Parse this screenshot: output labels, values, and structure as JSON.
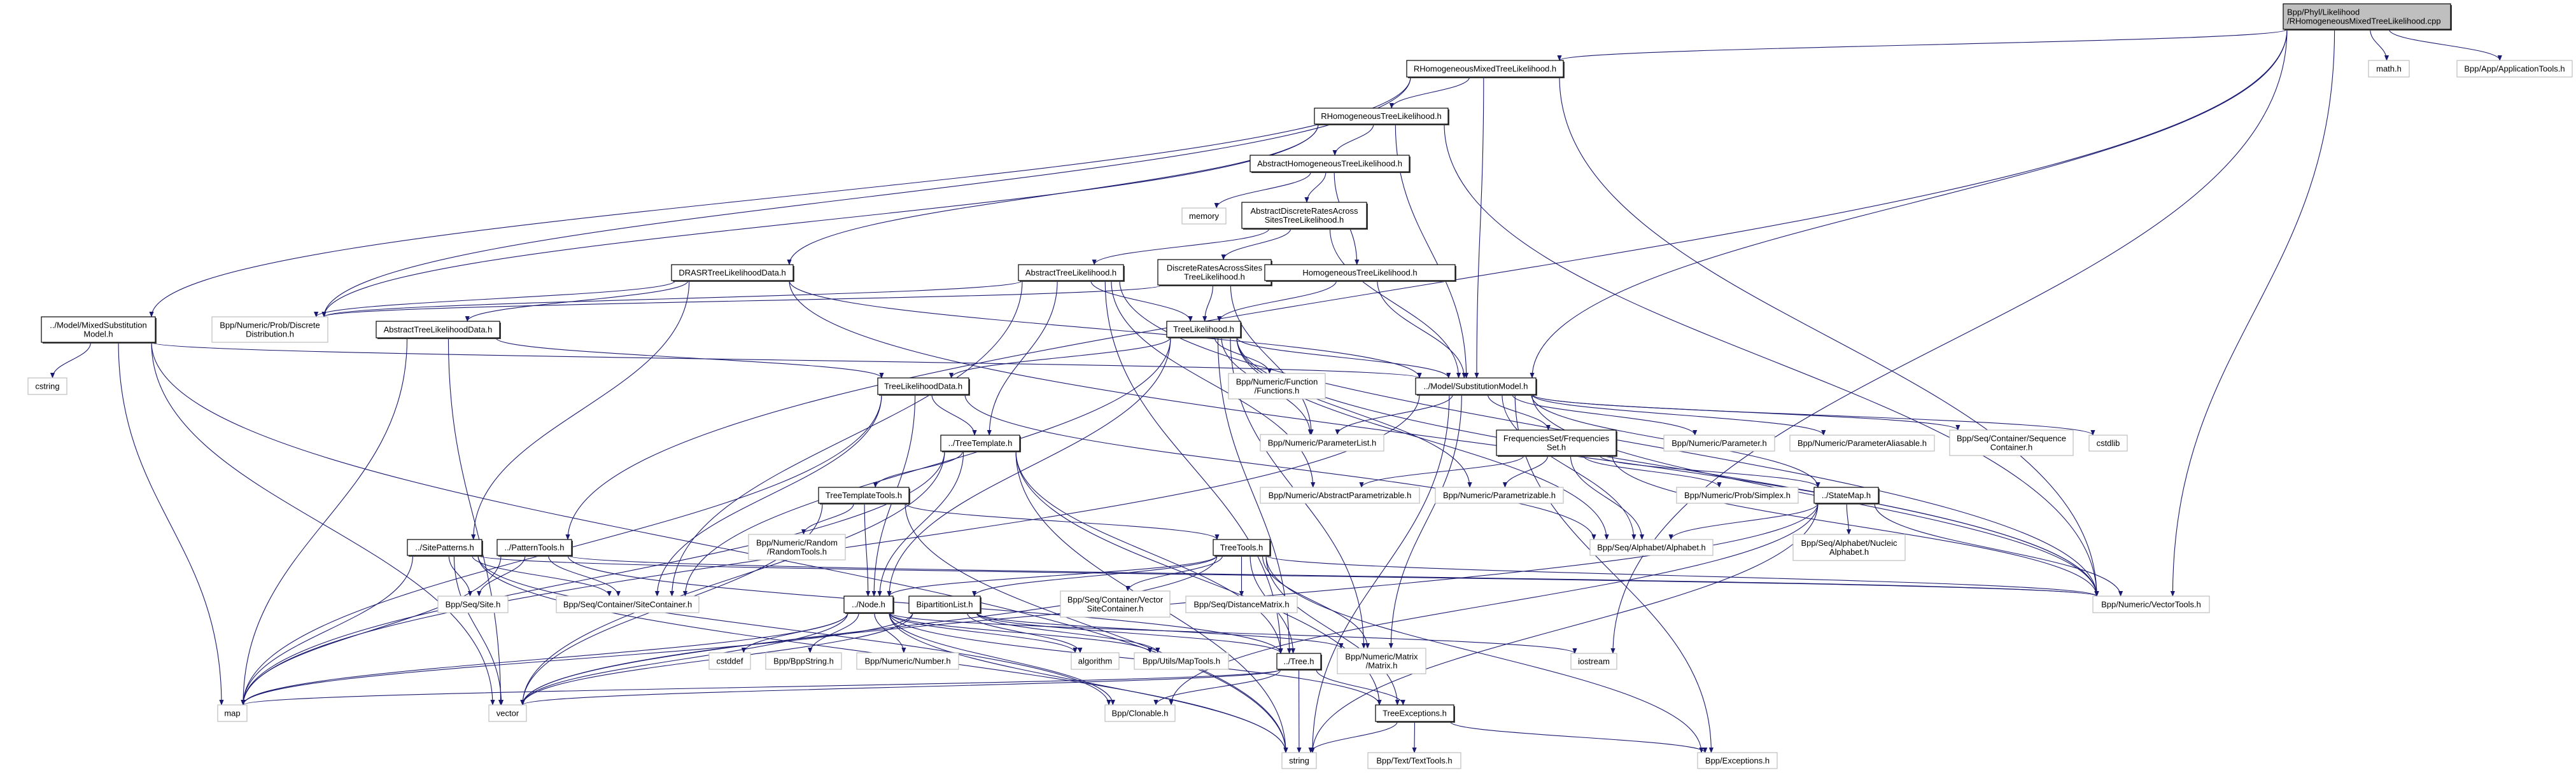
{
  "colors": {
    "edge": "#191970",
    "root_fill": "#bfbfbf",
    "external_border": "#bfbfbf",
    "documented_border": "#000000"
  },
  "nodes": [
    {
      "id": "root",
      "kind": "root",
      "lines": [
        "Bpp/Phyl/Likelihood",
        "/RHomogeneousMixedTreeLikelihood.cpp"
      ]
    },
    {
      "id": "rhmtl",
      "kind": "doc",
      "lines": [
        "RHomogeneousMixedTreeLikelihood.h"
      ]
    },
    {
      "id": "math",
      "kind": "ext",
      "lines": [
        "math.h"
      ]
    },
    {
      "id": "apptools",
      "kind": "ext",
      "lines": [
        "Bpp/App/ApplicationTools.h"
      ]
    },
    {
      "id": "rhtl",
      "kind": "doc",
      "lines": [
        "RHomogeneousTreeLikelihood.h"
      ]
    },
    {
      "id": "ahtl",
      "kind": "doc",
      "lines": [
        "AbstractHomogeneousTreeLikelihood.h"
      ]
    },
    {
      "id": "memory",
      "kind": "ext",
      "lines": [
        "memory"
      ]
    },
    {
      "id": "adrastl",
      "kind": "doc",
      "lines": [
        "AbstractDiscreteRatesAcross",
        "SitesTreeLikelihood.h"
      ]
    },
    {
      "id": "drasr",
      "kind": "doc",
      "lines": [
        "DRASRTreeLikelihoodData.h"
      ]
    },
    {
      "id": "atl",
      "kind": "doc",
      "lines": [
        "AbstractTreeLikelihood.h"
      ]
    },
    {
      "id": "drastl",
      "kind": "doc",
      "lines": [
        "DiscreteRatesAcrossSites",
        "TreeLikelihood.h"
      ]
    },
    {
      "id": "htl",
      "kind": "doc",
      "lines": [
        "HomogeneousTreeLikelihood.h"
      ]
    },
    {
      "id": "mixsm",
      "kind": "doc",
      "lines": [
        "../Model/MixedSubstitution",
        "Model.h"
      ]
    },
    {
      "id": "discdist",
      "kind": "ext",
      "lines": [
        "Bpp/Numeric/Prob/Discrete",
        "Distribution.h"
      ]
    },
    {
      "id": "atld",
      "kind": "doc",
      "lines": [
        "AbstractTreeLikelihoodData.h"
      ]
    },
    {
      "id": "cstring",
      "kind": "ext",
      "lines": [
        "cstring"
      ]
    },
    {
      "id": "tl",
      "kind": "doc",
      "lines": [
        "TreeLikelihood.h"
      ]
    },
    {
      "id": "tld",
      "kind": "doc",
      "lines": [
        "TreeLikelihoodData.h"
      ]
    },
    {
      "id": "functions",
      "kind": "ext",
      "lines": [
        "Bpp/Numeric/Function",
        "/Functions.h"
      ]
    },
    {
      "id": "sm",
      "kind": "doc",
      "lines": [
        "../Model/SubstitutionModel.h"
      ]
    },
    {
      "id": "paramlist",
      "kind": "ext",
      "lines": [
        "Bpp/Numeric/ParameterList.h"
      ]
    },
    {
      "id": "ttemplate",
      "kind": "doc",
      "lines": [
        "../TreeTemplate.h"
      ]
    },
    {
      "id": "freqset",
      "kind": "doc",
      "lines": [
        "FrequenciesSet/Frequencies",
        "Set.h"
      ]
    },
    {
      "id": "param",
      "kind": "ext",
      "lines": [
        "Bpp/Numeric/Parameter.h"
      ]
    },
    {
      "id": "paramalias",
      "kind": "ext",
      "lines": [
        "Bpp/Numeric/ParameterAliasable.h"
      ]
    },
    {
      "id": "seqcont",
      "kind": "ext",
      "lines": [
        "Bpp/Seq/Container/Sequence",
        "Container.h"
      ]
    },
    {
      "id": "cstdlib",
      "kind": "ext",
      "lines": [
        "cstdlib"
      ]
    },
    {
      "id": "ttools",
      "kind": "doc",
      "lines": [
        "TreeTemplateTools.h"
      ]
    },
    {
      "id": "absparam",
      "kind": "ext",
      "lines": [
        "Bpp/Numeric/AbstractParametrizable.h"
      ]
    },
    {
      "id": "parametrizable",
      "kind": "ext",
      "lines": [
        "Bpp/Numeric/Parametrizable.h"
      ]
    },
    {
      "id": "simplex",
      "kind": "ext",
      "lines": [
        "Bpp/Numeric/Prob/Simplex.h"
      ]
    },
    {
      "id": "statemap",
      "kind": "doc",
      "lines": [
        "../StateMap.h"
      ]
    },
    {
      "id": "randomtools",
      "kind": "ext",
      "lines": [
        "Bpp/Numeric/Random",
        "/RandomTools.h"
      ]
    },
    {
      "id": "sitepatterns",
      "kind": "doc",
      "lines": [
        "../SitePatterns.h"
      ]
    },
    {
      "id": "patterntools",
      "kind": "doc",
      "lines": [
        "../PatternTools.h"
      ]
    },
    {
      "id": "treetools",
      "kind": "doc",
      "lines": [
        "TreeTools.h"
      ]
    },
    {
      "id": "alphabet",
      "kind": "ext",
      "lines": [
        "Bpp/Seq/Alphabet/Alphabet.h"
      ]
    },
    {
      "id": "nucalpha",
      "kind": "ext",
      "lines": [
        "Bpp/Seq/Alphabet/Nucleic",
        "Alphabet.h"
      ]
    },
    {
      "id": "site",
      "kind": "ext",
      "lines": [
        "Bpp/Seq/Site.h"
      ]
    },
    {
      "id": "sitecont",
      "kind": "ext",
      "lines": [
        "Bpp/Seq/Container/SiteContainer.h"
      ]
    },
    {
      "id": "vsc",
      "kind": "ext",
      "lines": [
        "Bpp/Seq/Container/Vector",
        "SiteContainer.h"
      ]
    },
    {
      "id": "distmat",
      "kind": "ext",
      "lines": [
        "Bpp/Seq/DistanceMatrix.h"
      ]
    },
    {
      "id": "vectortools",
      "kind": "ext",
      "lines": [
        "Bpp/Numeric/VectorTools.h"
      ]
    },
    {
      "id": "node",
      "kind": "doc",
      "lines": [
        "../Node.h"
      ]
    },
    {
      "id": "bipart",
      "kind": "doc",
      "lines": [
        "BipartitionList.h"
      ]
    },
    {
      "id": "cstddef",
      "kind": "ext",
      "lines": [
        "cstddef"
      ]
    },
    {
      "id": "bppstring",
      "kind": "ext",
      "lines": [
        "Bpp/BppString.h"
      ]
    },
    {
      "id": "number",
      "kind": "ext",
      "lines": [
        "Bpp/Numeric/Number.h"
      ]
    },
    {
      "id": "algorithm",
      "kind": "ext",
      "lines": [
        "algorithm"
      ]
    },
    {
      "id": "maptools",
      "kind": "ext",
      "lines": [
        "Bpp/Utils/MapTools.h"
      ]
    },
    {
      "id": "tree",
      "kind": "doc",
      "lines": [
        "../Tree.h"
      ]
    },
    {
      "id": "matrix",
      "kind": "ext",
      "lines": [
        "Bpp/Numeric/Matrix",
        "/Matrix.h"
      ]
    },
    {
      "id": "iostream",
      "kind": "ext",
      "lines": [
        "iostream"
      ]
    },
    {
      "id": "map",
      "kind": "ext",
      "lines": [
        "map"
      ]
    },
    {
      "id": "vector",
      "kind": "ext",
      "lines": [
        "vector"
      ]
    },
    {
      "id": "clonable",
      "kind": "ext",
      "lines": [
        "Bpp/Clonable.h"
      ]
    },
    {
      "id": "treeexc",
      "kind": "doc",
      "lines": [
        "TreeExceptions.h"
      ]
    },
    {
      "id": "string",
      "kind": "ext",
      "lines": [
        "string"
      ]
    },
    {
      "id": "texttools",
      "kind": "ext",
      "lines": [
        "Bpp/Text/TextTools.h"
      ]
    },
    {
      "id": "exceptions",
      "kind": "ext",
      "lines": [
        "Bpp/Exceptions.h"
      ]
    }
  ],
  "edges": [
    [
      "root",
      "rhmtl"
    ],
    [
      "root",
      "math"
    ],
    [
      "root",
      "apptools"
    ],
    [
      "root",
      "vectortools"
    ],
    [
      "root",
      "iostream"
    ],
    [
      "root",
      "patterntools"
    ],
    [
      "root",
      "sm"
    ],
    [
      "rhmtl",
      "rhtl"
    ],
    [
      "rhmtl",
      "sm"
    ],
    [
      "rhmtl",
      "vectortools"
    ],
    [
      "rhmtl",
      "mixsm"
    ],
    [
      "rhmtl",
      "discdist"
    ],
    [
      "rhtl",
      "ahtl"
    ],
    [
      "rhtl",
      "drasr"
    ],
    [
      "rhtl",
      "discdist"
    ],
    [
      "rhtl",
      "sm"
    ],
    [
      "rhtl",
      "vectortools"
    ],
    [
      "ahtl",
      "memory"
    ],
    [
      "ahtl",
      "adrastl"
    ],
    [
      "ahtl",
      "htl"
    ],
    [
      "adrastl",
      "atl"
    ],
    [
      "adrastl",
      "drastl"
    ],
    [
      "adrastl",
      "sm"
    ],
    [
      "drastl",
      "tl"
    ],
    [
      "drastl",
      "discdist"
    ],
    [
      "drastl",
      "paramlist"
    ],
    [
      "htl",
      "tl"
    ],
    [
      "htl",
      "sm"
    ],
    [
      "atl",
      "tl"
    ],
    [
      "atl",
      "ttemplate"
    ],
    [
      "atl",
      "sitecont"
    ],
    [
      "atl",
      "tree"
    ],
    [
      "atl",
      "vectortools"
    ],
    [
      "atl",
      "discdist"
    ],
    [
      "atl",
      "absparam"
    ],
    [
      "drasr",
      "atld"
    ],
    [
      "drasr",
      "sm"
    ],
    [
      "drasr",
      "sitepatterns"
    ],
    [
      "drasr",
      "discdist"
    ],
    [
      "drasr",
      "vectortools"
    ],
    [
      "atld",
      "tld"
    ],
    [
      "atld",
      "map"
    ],
    [
      "atld",
      "vector"
    ],
    [
      "mixsm",
      "sm"
    ],
    [
      "mixsm",
      "cstring"
    ],
    [
      "mixsm",
      "map"
    ],
    [
      "mixsm",
      "vector"
    ],
    [
      "mixsm",
      "string"
    ],
    [
      "tl",
      "tld"
    ],
    [
      "tl",
      "node"
    ],
    [
      "tl",
      "tree"
    ],
    [
      "tl",
      "sm"
    ],
    [
      "tl",
      "functions"
    ],
    [
      "tl",
      "paramlist"
    ],
    [
      "tl",
      "sitecont"
    ],
    [
      "tl",
      "alphabet"
    ],
    [
      "tl",
      "vectortools"
    ],
    [
      "tl",
      "parametrizable"
    ],
    [
      "tl",
      "matrix"
    ],
    [
      "tld",
      "ttemplate"
    ],
    [
      "tld",
      "node"
    ],
    [
      "tld",
      "sitecont"
    ],
    [
      "tld",
      "alphabet"
    ],
    [
      "tld",
      "map"
    ],
    [
      "ttemplate",
      "ttools"
    ],
    [
      "ttemplate",
      "tree"
    ],
    [
      "ttemplate",
      "treeexc"
    ],
    [
      "ttemplate",
      "map"
    ],
    [
      "ttemplate",
      "vector"
    ],
    [
      "ttemplate",
      "string"
    ],
    [
      "ttemplate",
      "node"
    ],
    [
      "ttools",
      "randomtools"
    ],
    [
      "ttools",
      "treetools"
    ],
    [
      "ttools",
      "node"
    ],
    [
      "ttools",
      "vector"
    ],
    [
      "ttools",
      "string"
    ],
    [
      "sm",
      "freqset"
    ],
    [
      "sm",
      "param"
    ],
    [
      "sm",
      "paramalias"
    ],
    [
      "sm",
      "seqcont"
    ],
    [
      "sm",
      "cstdlib"
    ],
    [
      "sm",
      "paramlist"
    ],
    [
      "sm",
      "alphabet"
    ],
    [
      "sm",
      "statemap"
    ],
    [
      "sm",
      "vectortools"
    ],
    [
      "sm",
      "matrix"
    ],
    [
      "sm",
      "exceptions"
    ],
    [
      "sm",
      "map"
    ],
    [
      "sm",
      "string"
    ],
    [
      "freqset",
      "parametrizable"
    ],
    [
      "freqset",
      "simplex"
    ],
    [
      "freqset",
      "statemap"
    ],
    [
      "freqset",
      "alphabet"
    ],
    [
      "freqset",
      "absparam"
    ],
    [
      "freqset",
      "vectortools"
    ],
    [
      "statemap",
      "alphabet"
    ],
    [
      "statemap",
      "nucalpha"
    ],
    [
      "statemap",
      "vectortools"
    ],
    [
      "statemap",
      "string"
    ],
    [
      "statemap",
      "vector"
    ],
    [
      "statemap",
      "clonable"
    ],
    [
      "sitepatterns",
      "site"
    ],
    [
      "sitepatterns",
      "sitecont"
    ],
    [
      "sitepatterns",
      "map"
    ],
    [
      "sitepatterns",
      "vector"
    ],
    [
      "sitepatterns",
      "string"
    ],
    [
      "sitepatterns",
      "vectortools"
    ],
    [
      "sitepatterns",
      "clonable"
    ],
    [
      "patterntools",
      "site"
    ],
    [
      "patterntools",
      "sitecont"
    ],
    [
      "patterntools",
      "map"
    ],
    [
      "patterntools",
      "vectortools"
    ],
    [
      "patterntools",
      "tree"
    ],
    [
      "treetools",
      "node"
    ],
    [
      "treetools",
      "bipart"
    ],
    [
      "treetools",
      "vsc"
    ],
    [
      "treetools",
      "distmat"
    ],
    [
      "treetools",
      "tree"
    ],
    [
      "treetools",
      "matrix"
    ],
    [
      "treetools",
      "treeexc"
    ],
    [
      "treetools",
      "vectortools"
    ],
    [
      "treetools",
      "exceptions"
    ],
    [
      "treetools",
      "vector"
    ],
    [
      "node",
      "cstddef"
    ],
    [
      "node",
      "bppstring"
    ],
    [
      "node",
      "number"
    ],
    [
      "node",
      "algorithm"
    ],
    [
      "node",
      "maptools"
    ],
    [
      "node",
      "treeexc"
    ],
    [
      "node",
      "clonable"
    ],
    [
      "node",
      "string"
    ],
    [
      "node",
      "vector"
    ],
    [
      "node",
      "map"
    ],
    [
      "node",
      "iostream"
    ],
    [
      "bipart",
      "tree"
    ],
    [
      "bipart",
      "algorithm"
    ],
    [
      "bipart",
      "maptools"
    ],
    [
      "bipart",
      "matrix"
    ],
    [
      "bipart",
      "map"
    ],
    [
      "bipart",
      "vector"
    ],
    [
      "tree",
      "clonable"
    ],
    [
      "tree",
      "treeexc"
    ],
    [
      "tree",
      "string"
    ],
    [
      "tree",
      "vector"
    ],
    [
      "tree",
      "map"
    ],
    [
      "treeexc",
      "texttools"
    ],
    [
      "treeexc",
      "exceptions"
    ],
    [
      "treeexc",
      "string"
    ]
  ]
}
